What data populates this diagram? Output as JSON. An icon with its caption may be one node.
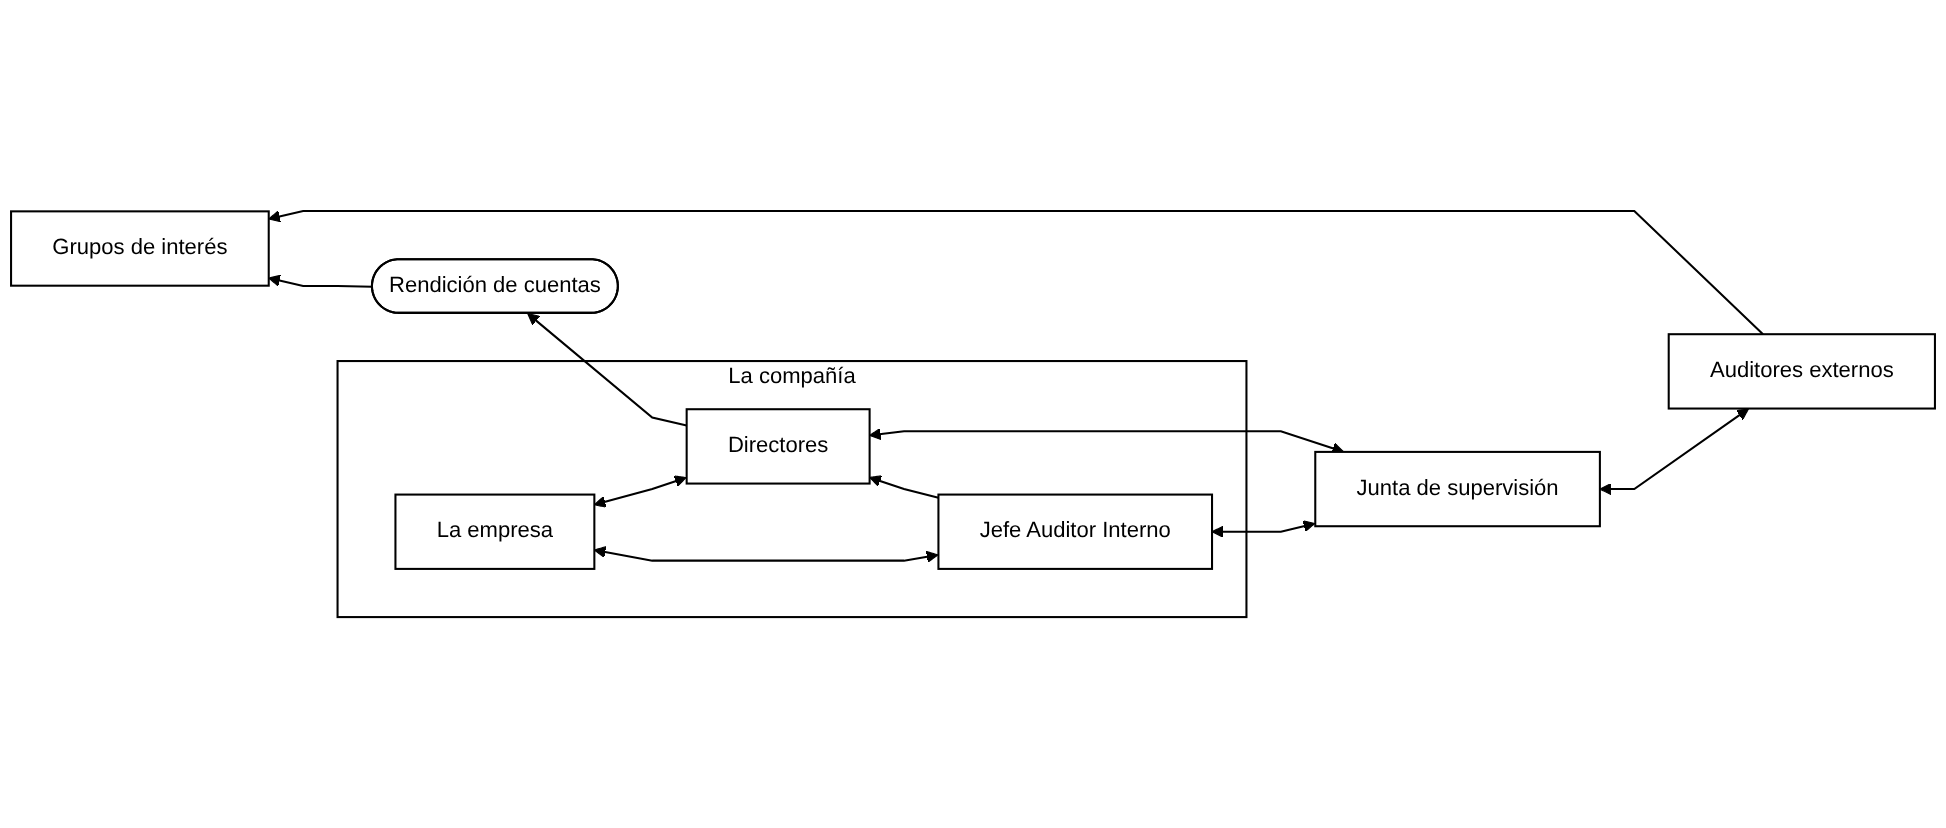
{
  "diagram": {
    "nodes": [
      {
        "text": [
          "Grupos de interés"
        ]
      },
      {
        "text": [
          "Auditores externos"
        ]
      },
      {
        "text": [
          "Junta de supervisión"
        ]
      },
      {
        "text": [
          "La compañía"
        ]
      },
      {
        "text": [
          "Directores"
        ],
        "in": 3
      },
      {
        "text": [
          "Jefe Auditor Interno"
        ],
        "in": 3
      },
      {
        "text": [
          "La empresa"
        ],
        "in": 3
      },
      {
        "text": [
          "Rendición de cuentas"
        ]
      }
    ],
    "edges": [
      {
        "from": 1,
        "to": 0,
        "arrow": "to"
      },
      {
        "from": 1,
        "to": 2,
        "arrow": "both"
      },
      {
        "from": 2,
        "to": 4,
        "arrow": "both"
      },
      {
        "from": 2,
        "to": 5,
        "arrow": "both"
      },
      {
        "from": 5,
        "to": 4,
        "arrow": "to"
      },
      {
        "from": 4,
        "to": 7,
        "arrow": "to"
      },
      {
        "from": 7,
        "to": 0,
        "arrow": "to"
      },
      {
        "from": 4,
        "to": 6,
        "arrow": "both"
      },
      {
        "from": 5,
        "to": 6,
        "arrow": "both"
      }
    ]
  }
}
